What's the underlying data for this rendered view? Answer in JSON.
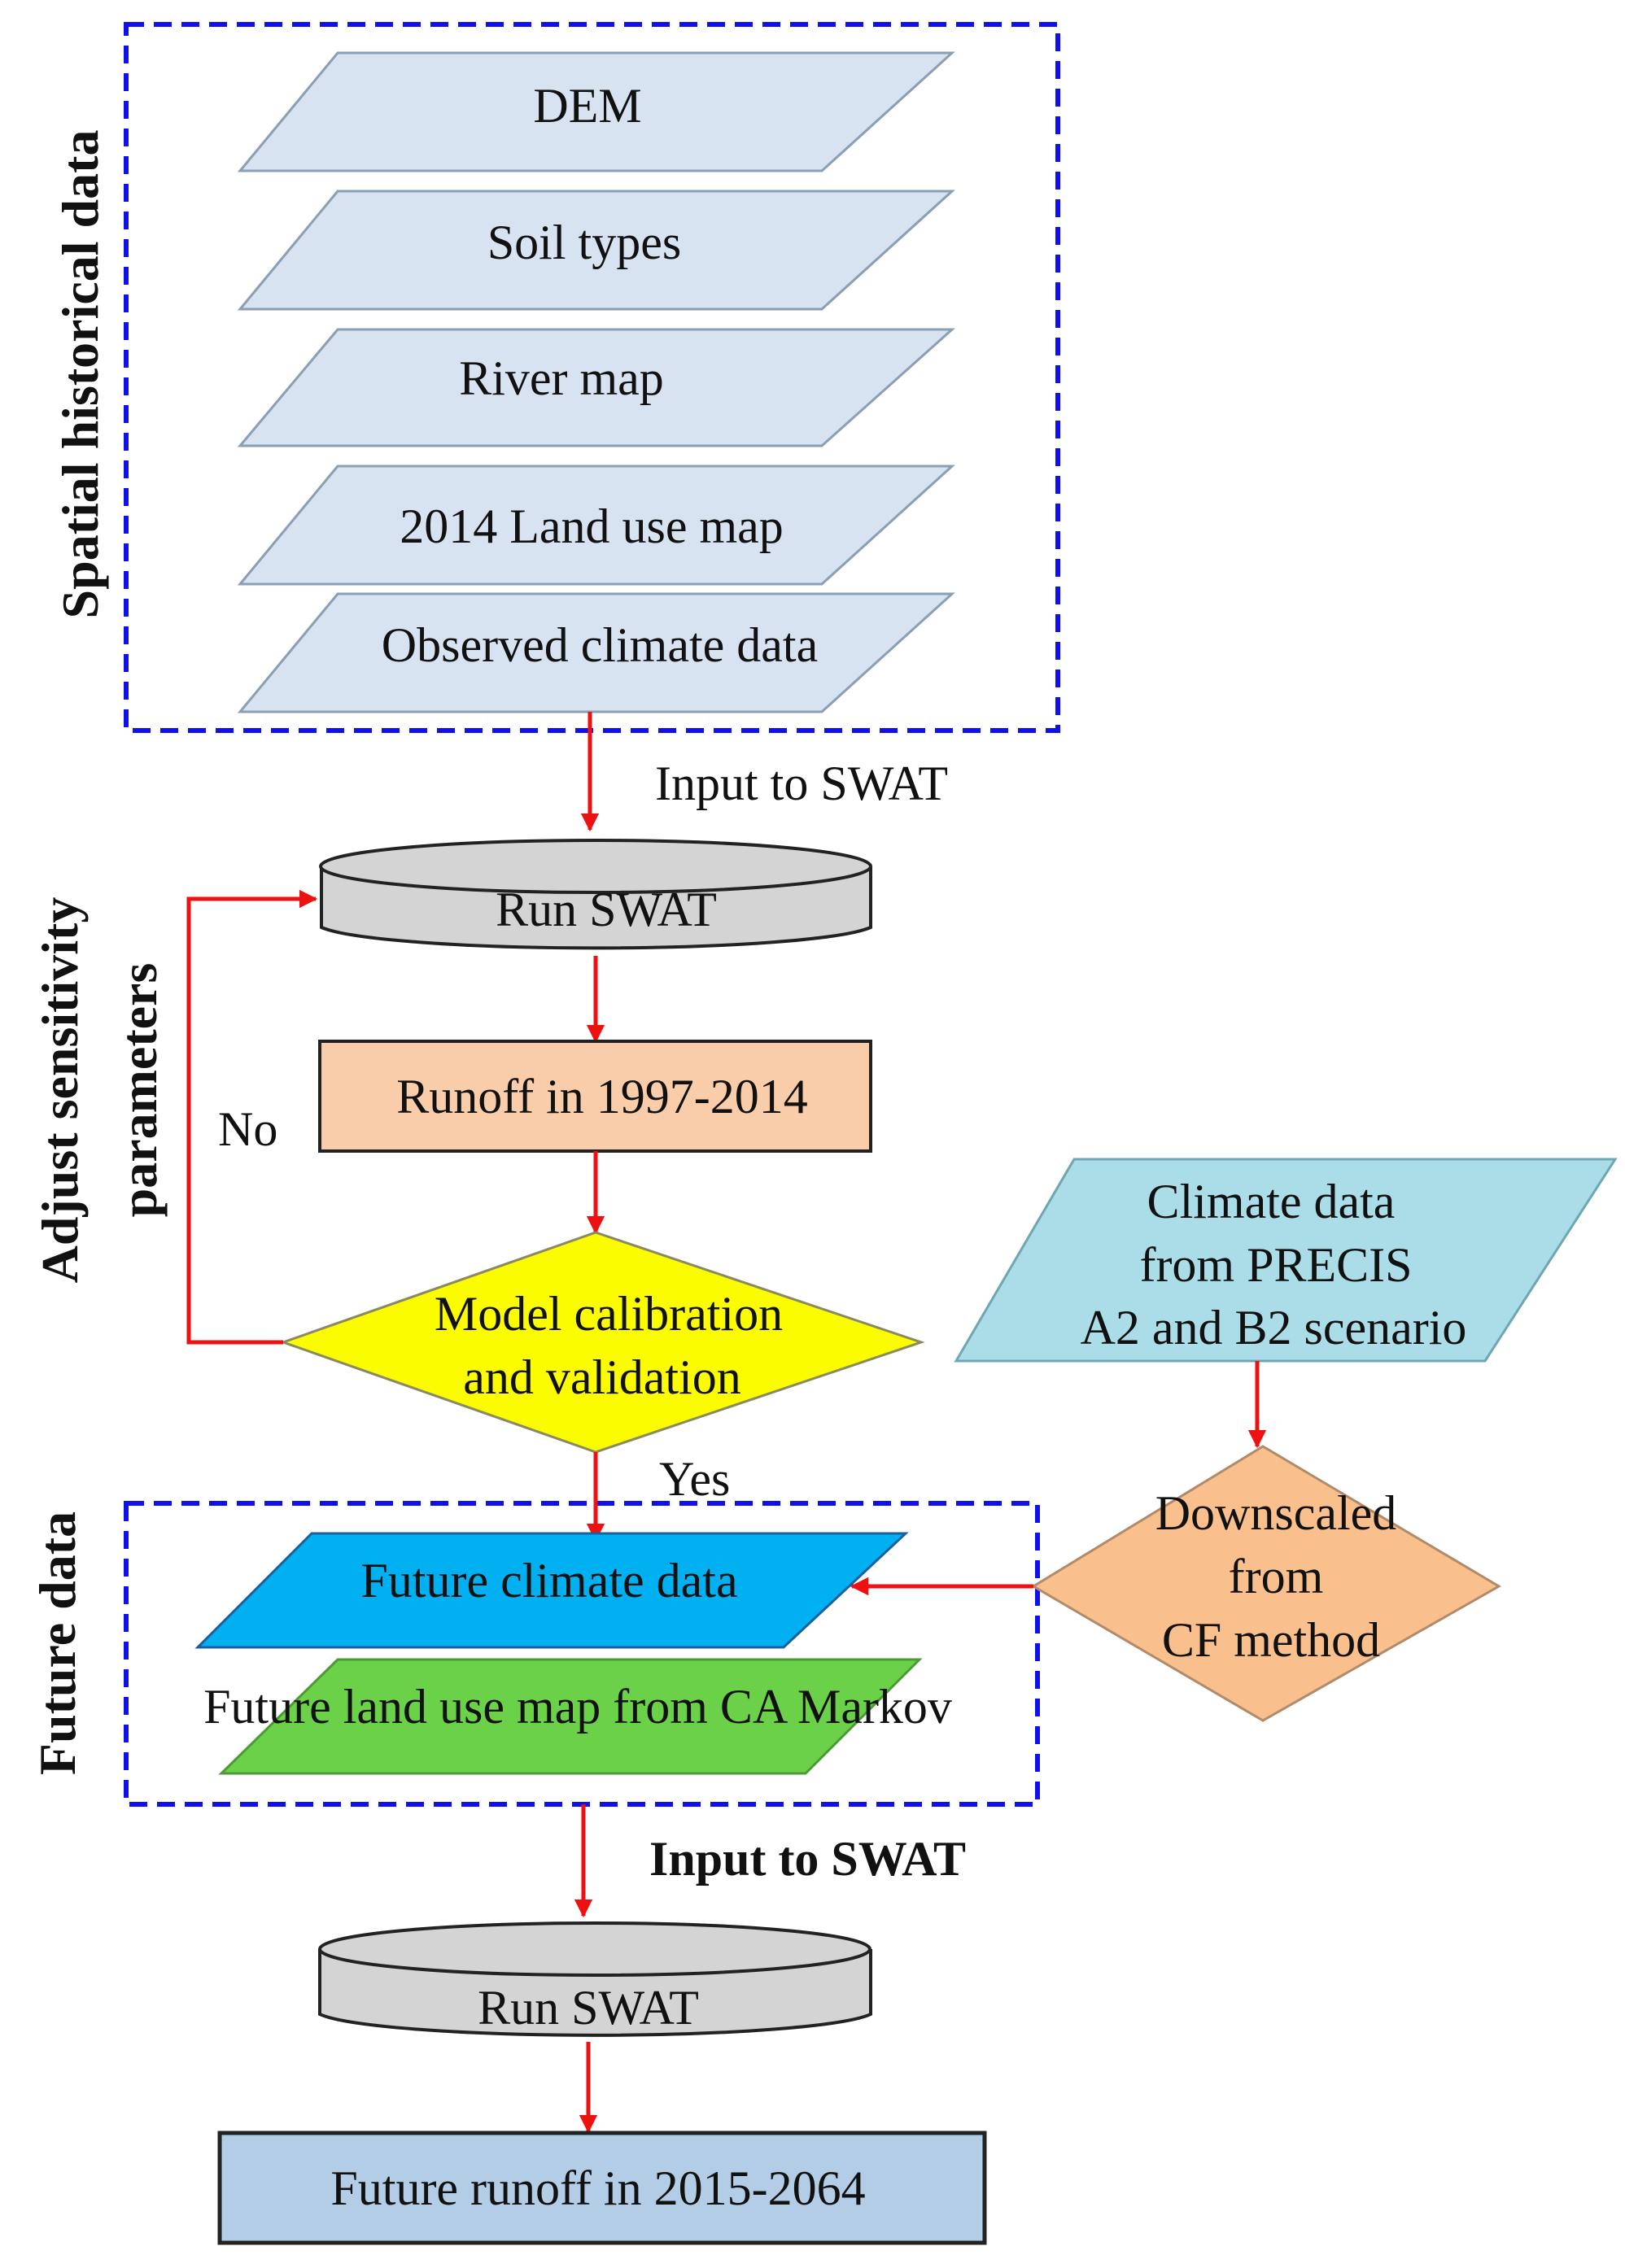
{
  "groups": {
    "spatial_historical": "Spatial historical data",
    "adjust_sensitivity_line1": "Adjust sensitivity",
    "adjust_sensitivity_line2": "parameters",
    "future_data": "Future data"
  },
  "inputs": {
    "dem": "DEM",
    "soil": "Soil types",
    "river": "River map",
    "landuse_2014": "2014 Land use map",
    "observed_climate": "Observed climate data"
  },
  "flow": {
    "input_to_swat_1": "Input to SWAT",
    "run_swat_1": "Run SWAT",
    "runoff_hist": "Runoff in 1997-2014",
    "decision_line1": "Model calibration",
    "decision_line2": "and  validation",
    "no": "No",
    "yes": "Yes",
    "future_climate": "Future climate data",
    "future_landuse": "Future land use map from CA Markov",
    "input_to_swat_2": "Input to SWAT",
    "run_swat_2": "Run SWAT",
    "future_runoff": "Future runoff in 2015-2064"
  },
  "precis": {
    "line1": "Climate data",
    "line2": "from PRECIS",
    "line3": "A2 and B2 scenario"
  },
  "downscale": {
    "line1": "Downscaled",
    "line2": "from",
    "line3": "CF method"
  },
  "colors": {
    "input_layer": "#d7e3f1",
    "run_swat": "#d4d4d4",
    "runoff_box": "#f9cdaa",
    "decision": "#fcfc00",
    "precis": "#abdde9",
    "downscale": "#f9c08e",
    "future_climate": "#00b0f0",
    "future_landuse": "#6bd149",
    "future_runoff": "#b3cde6",
    "dashed_border": "#1010ee",
    "arrow": "#ee1111"
  }
}
